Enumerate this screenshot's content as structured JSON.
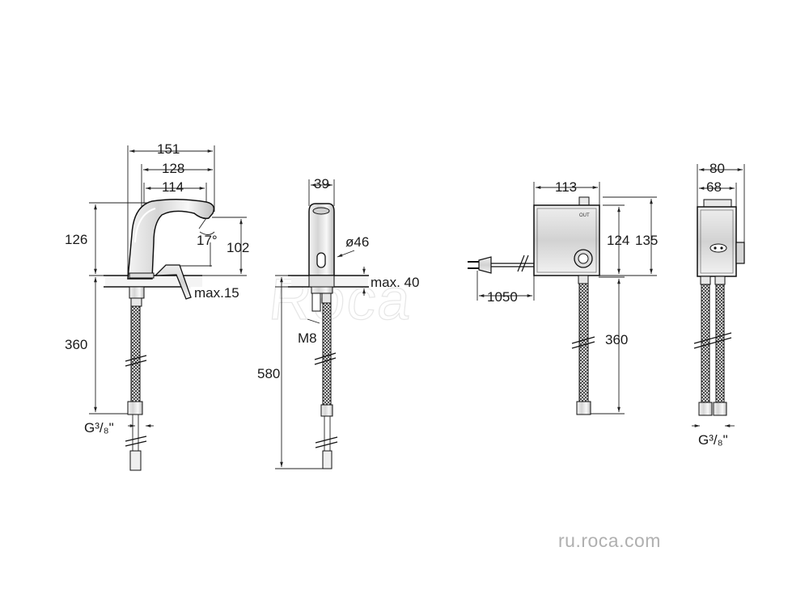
{
  "watermark": "Roca",
  "footer": {
    "site": "ru.roca.com"
  },
  "faucet_view": {
    "width_151": "151",
    "width_128": "128",
    "width_114": "114",
    "height_126": "126",
    "height_102": "102",
    "angle": "17°",
    "deck_thickness": "max.15",
    "hose_length": "360",
    "thread": "G³/₈\""
  },
  "side_view": {
    "width": "39",
    "diameter": "ø46",
    "deck_thickness": "max. 40",
    "bolt": "M8",
    "total_length": "580"
  },
  "control_box": {
    "width": "113",
    "height_inner": "124",
    "height_outer": "135",
    "cable_length": "1050",
    "hose_length": "360",
    "port_label": "OUT"
  },
  "box_side": {
    "width_outer": "80",
    "width_inner": "68",
    "thread": "G³/₈\""
  }
}
